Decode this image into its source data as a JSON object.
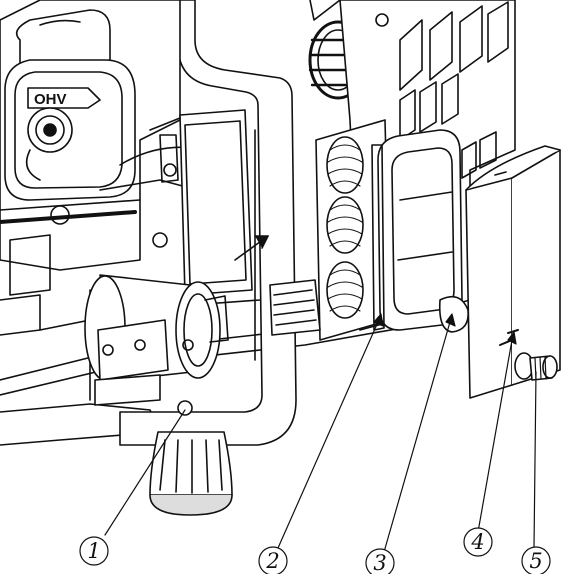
{
  "engine_badge": "OHV",
  "callouts": [
    "1",
    "2",
    "3",
    "4",
    "5"
  ],
  "colors": {
    "line": "#111111",
    "fill_light": "#ffffff",
    "fill_grey": "#d6d6d6",
    "fill_dark": "#6b6b6b"
  }
}
